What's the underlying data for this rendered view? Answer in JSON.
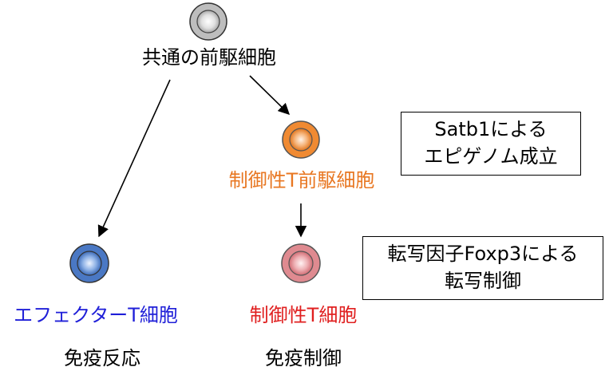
{
  "nodes": {
    "progenitor": {
      "label": "共通の前駆細胞",
      "color": "#000000",
      "cell_fill": "#c8c8c8"
    },
    "treg_precursor": {
      "label": "制御性T前駆細胞",
      "color": "#e87722",
      "cell_fill": "#f39a4a"
    },
    "effector": {
      "label": "エフェクターT細胞",
      "color": "#1f1fd8",
      "cell_fill": "#4a7ac0",
      "function": "免疫反応"
    },
    "treg": {
      "label": "制御性T細胞",
      "color": "#e02020",
      "cell_fill": "#e08a90",
      "function": "免疫制御"
    }
  },
  "boxes": {
    "satb1": {
      "line1": "Satb1による",
      "line2": "エピゲノム成立"
    },
    "foxp3": {
      "line1": "転写因子Foxp3による",
      "line2": "転写制御"
    }
  }
}
